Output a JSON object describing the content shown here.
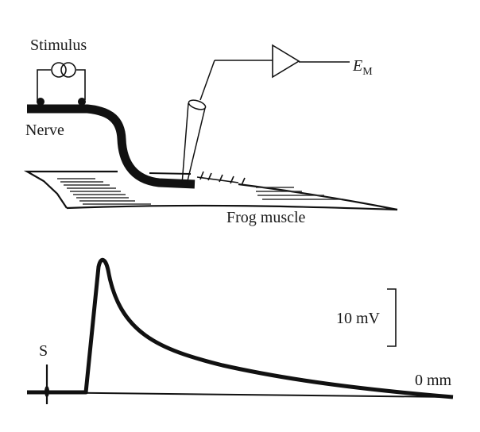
{
  "figure": {
    "type": "diagram",
    "apparatus": {
      "stimulus_label": "Stimulus",
      "nerve_label": "Nerve",
      "muscle_label": "Frog muscle",
      "output_label": "E",
      "output_subscript": "M"
    },
    "recording": {
      "stimulus_marker": "S",
      "scale_bar_label": "10 mV",
      "distance_label": "0 mm"
    },
    "colors": {
      "ink": "#111111",
      "background": "#ffffff"
    }
  }
}
